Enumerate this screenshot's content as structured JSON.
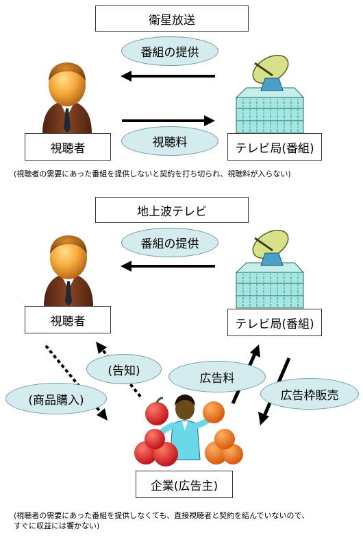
{
  "section1": {
    "title": "衛星放送",
    "bubble_program": "番組の提供",
    "bubble_fee": "視聴料",
    "viewer": "視聴者",
    "station": "テレビ局(番組)",
    "note": "(視聴者の需要にあった番組を提供しないと契約を打ち切られ、視聴料が入らない)"
  },
  "section2": {
    "title": "地上波テレビ",
    "bubble_program": "番組の提供",
    "viewer": "視聴者",
    "station": "テレビ局(番組)",
    "bubble_notice": "(告知)",
    "bubble_purchase": "(商品購入)",
    "bubble_ad_fee": "広告料",
    "bubble_ad_sales": "広告枠販売",
    "company": "企業(広告主)",
    "note_line1": "(視聴者の需要にあった番組を提供しなくても、直接視聴者と契約を結んでいないので、",
    "note_line2": "すぐに収益には響かない)"
  },
  "colors": {
    "bubble_fill": "#d5ecee",
    "building": "#a6e6e2",
    "dish": "#d8e08a",
    "face": "#f0a040",
    "suit": "#7a3a1c",
    "apple": "#e0282a",
    "orange": "#f07a20"
  },
  "icons": [
    "person-icon",
    "tv-station-building-icon",
    "satellite-dish-icon",
    "businesswoman-with-fruit-icon"
  ]
}
